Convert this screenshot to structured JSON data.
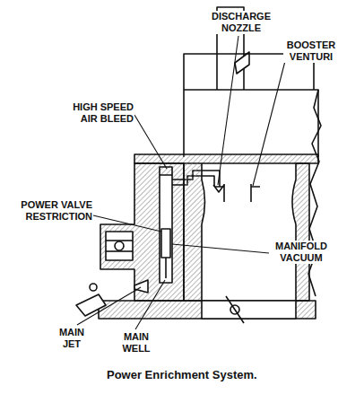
{
  "diagram": {
    "caption": "Power Enrichment System.",
    "labels": [
      "HIGH SPEED AIR BLEED",
      "DISCHARGE NOZZLE",
      "BOOSTER VENTURI",
      "POWER VALVE RESTRICTION",
      "MANIFOLD VACUUM",
      "MAIN JET",
      "MAIN WELL"
    ]
  }
}
